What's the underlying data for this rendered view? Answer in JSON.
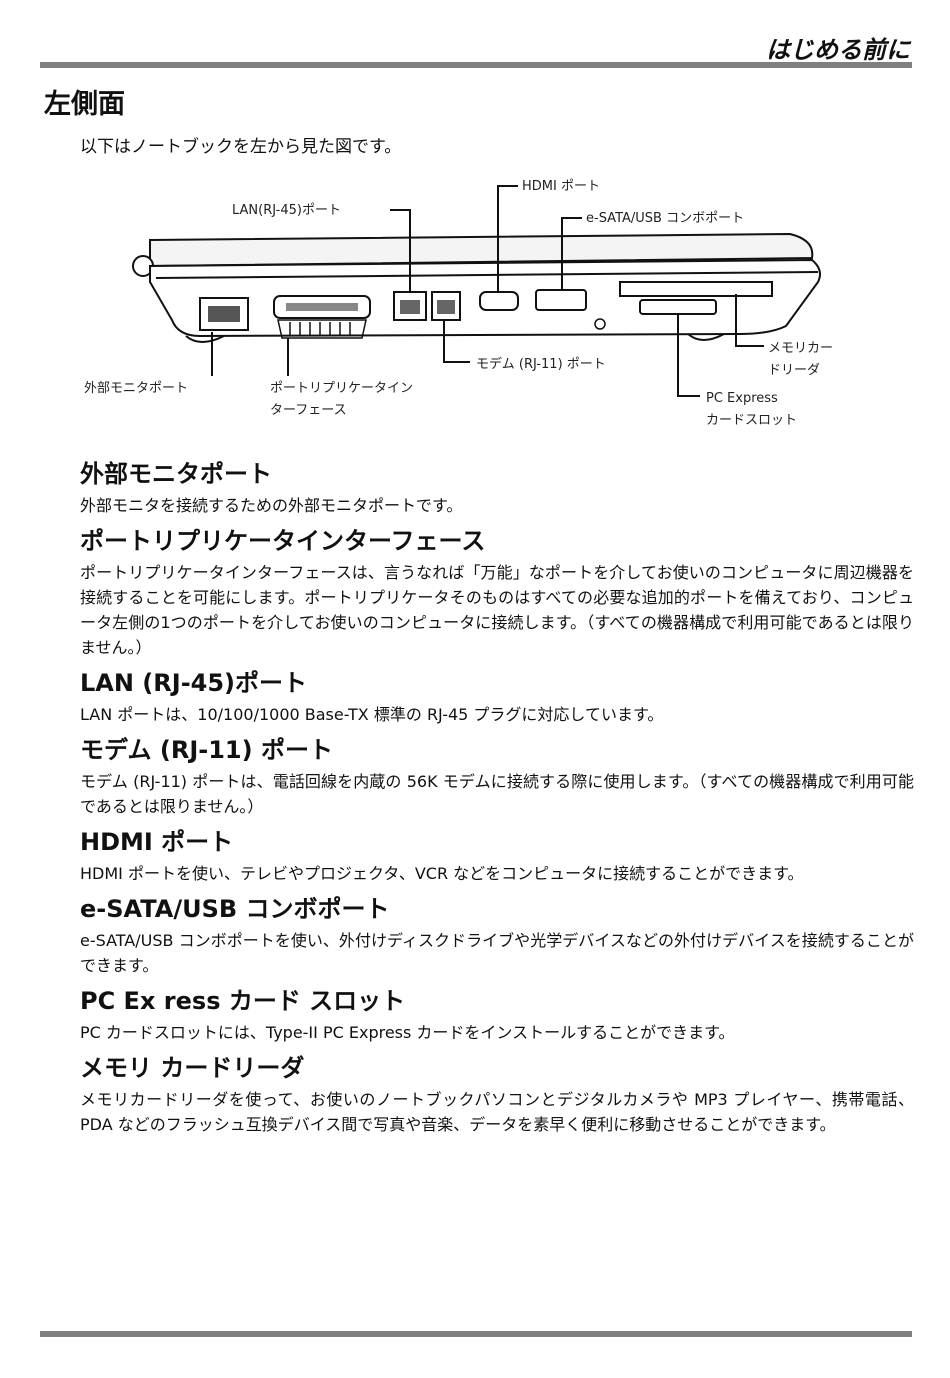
{
  "header": {
    "title": "はじめる前に"
  },
  "page_title": "左側面",
  "intro": "以下はノートブックを左から見た図です。",
  "callouts": {
    "lan": "LAN(RJ-45)ポート",
    "hdmi": "HDMI ポート",
    "esata": "e-SATA/USB コンボポート",
    "memory": "メモリカー\nドリーダ",
    "monitor": "外部モニタポート",
    "replicator": "ポートリプリケータイン\nターフェース",
    "modem": "モデム (RJ-11) ポート",
    "pcexpress": "PC Express\nカードスロット"
  },
  "sections": [
    {
      "heading": "外部モニタポート",
      "body": "外部モニタを接続するための外部モニタポートです。"
    },
    {
      "heading": "ポートリプリケータインターフェース",
      "body": "ポートリプリケータインターフェースは、言うなれば「万能」なポートを介してお使いのコンピュータに周辺機器を接続することを可能にします。ポートリプリケータそのものはすべての必要な追加的ポートを備えており、コンピュータ左側の1つのポートを介してお使いのコンピュータに接続します。（すべての機器構成で利用可能であるとは限りません。）"
    },
    {
      "heading": "LAN (RJ-45)ポート",
      "body": "LAN ポートは、10/100/1000 Base-TX 標準の RJ-45 プラグに対応しています。"
    },
    {
      "heading": "モデム (RJ-11) ポート",
      "body": "モデム (RJ-11) ポートは、電話回線を内蔵の 56K モデムに接続する際に使用します。（すべての機器構成で利用可能であるとは限りません。）"
    },
    {
      "heading": "HDMI ポート",
      "body": "HDMI ポートを使い、テレビやプロジェクタ、VCR などをコンピュータに接続することができます。"
    },
    {
      "heading": "e-SATA/USB コンボポート",
      "body": "e-SATA/USB コンボポートを使い、外付けディスクドライブや光学デバイスなどの外付けデバイスを接続することができます。"
    },
    {
      "heading": "PC Ex ress カード スロット",
      "body": "PC カードスロットには、Type-II PC Express カードをインストールすることができます。"
    },
    {
      "heading": "メモリ カードリーダ",
      "body": "メモリカードリーダを使って、お使いのノートブックパソコンとデジタルカメラや MP3 プレイヤー、携帯電話、PDA などのフラッシュ互換デバイス間で写真や音楽、データを素早く便利に移動させることができます。"
    }
  ]
}
